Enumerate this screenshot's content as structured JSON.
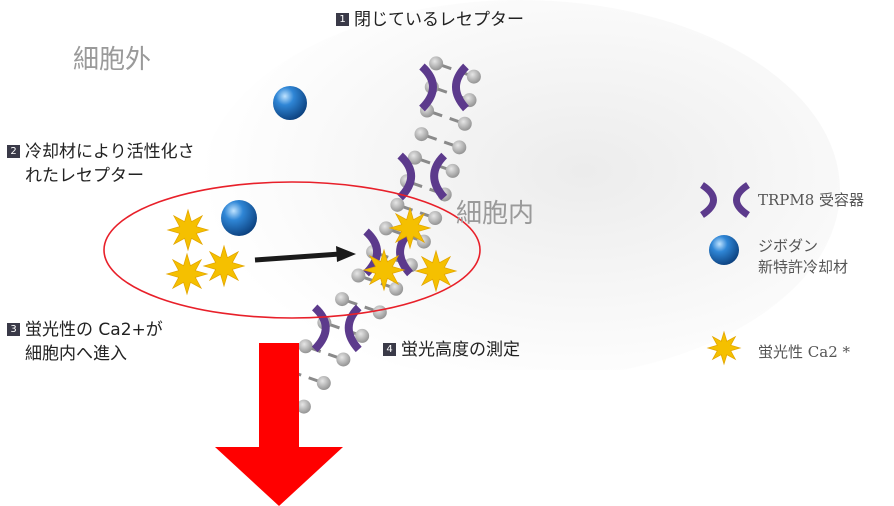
{
  "regions": {
    "extracellular": "細胞外",
    "intracellular": "細胞内"
  },
  "steps": [
    {
      "num": "1",
      "text": "閉じているレセプター"
    },
    {
      "num": "2",
      "lines": [
        "冷却材により活性化さ",
        "れたレセプター"
      ]
    },
    {
      "num": "3",
      "lines": [
        "蛍光性の Ca2+が",
        "細胞内へ進入"
      ]
    },
    {
      "num": "4",
      "text": "蛍光高度の測定"
    }
  ],
  "legend": {
    "receptor": "TRPM8 受容器",
    "coolant_line1": "ジボダン",
    "coolant_line2": "新特許冷却材",
    "calcium": "蛍光性 Ca2 *"
  },
  "icons": {
    "receptor": "receptor-icon",
    "coolant": "blue-sphere-icon",
    "calcium": "yellow-star-icon",
    "arrow": "down-arrow-icon"
  },
  "colors": {
    "receptor": "#5c3a8c",
    "sphere": "#1f6fbf",
    "star": "#f5c000",
    "highlight_ellipse": "#e8202a",
    "arrow": "#ff0000",
    "region_text": "#9a9a9a"
  }
}
